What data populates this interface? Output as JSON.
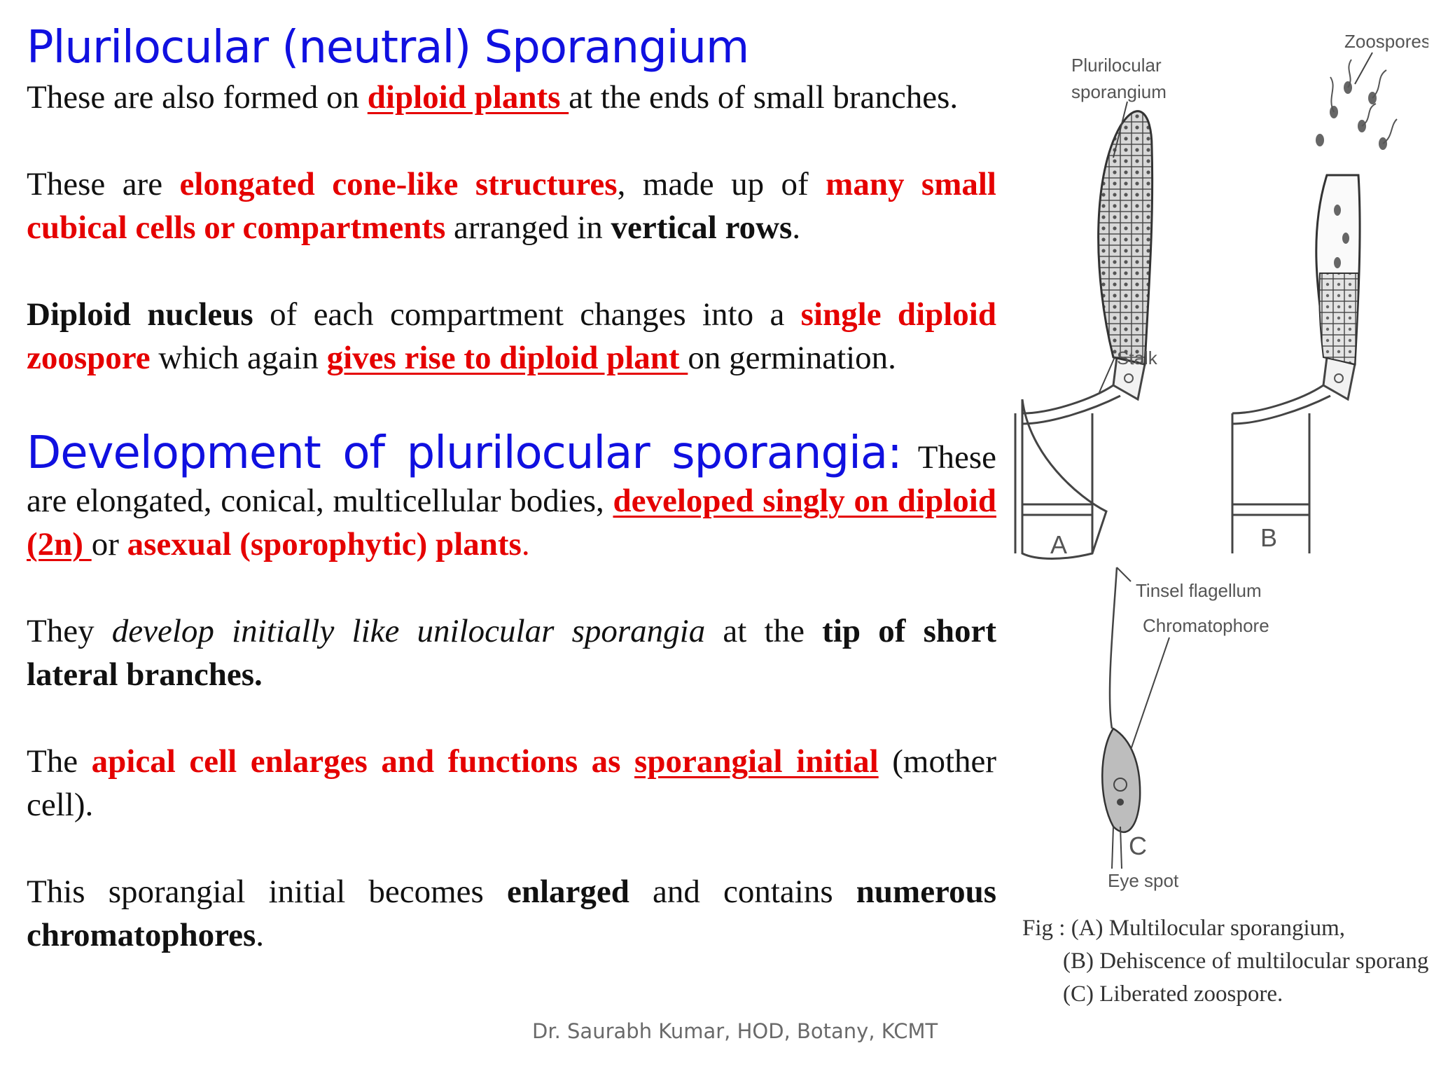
{
  "slide": {
    "title": "Plurilocular (neutral) Sporangium",
    "p1": {
      "a": "These are also formed on ",
      "b": "diploid plants ",
      "c": "at the ends of small branches."
    },
    "p2": {
      "a": "These are ",
      "b": "elongated cone-like structures",
      "c": ", made up of ",
      "d": "many small cubical cells or compartments",
      "e": " arranged in ",
      "f": "vertical rows",
      "g": "."
    },
    "p3": {
      "a": "Diploid nucleus",
      "b": " of each compartment changes into a ",
      "c": "single diploid zoospore",
      "d": " which again ",
      "e": "gives rise to diploid plant ",
      "f": "on germination."
    },
    "p4": {
      "heading": "Development of plurilocular sporangia:",
      "a": " These are elongated, conical, multicellular bodies, ",
      "b": "developed singly on diploid (2n) ",
      "c": "or ",
      "d": "asexual (sporophytic) plants",
      "e": "."
    },
    "p5": {
      "a": "They ",
      "b": "develop initially like unilocular sporangia",
      "c": " at the ",
      "d": "tip of short lateral branches."
    },
    "p6": {
      "a": "The ",
      "b": "apical cell enlarges and functions as ",
      "c": "sporangial initial",
      "d": " (mother cell)."
    },
    "p7": {
      "a": "This sporangial initial becomes ",
      "b": "enlarged",
      "c": " and contains ",
      "d": "numerous chromatophores",
      "e": "."
    },
    "footer": "Dr. Saurabh Kumar, HOD, Botany, KCMT"
  },
  "figure": {
    "labels": {
      "zoospores": "Zoospores",
      "plurilocular_l1": "Plurilocular",
      "plurilocular_l2": "sporangium",
      "stalk": "Stalk",
      "a": "A",
      "b": "B",
      "c": "C",
      "tinsel": "Tinsel flagellum",
      "chromatophore": "Chromatophore",
      "eyespot": "Eye spot"
    },
    "caption": {
      "l1": "Fig : (A) Multilocular sporangium,",
      "l2": "(B) Dehiscence of multilocular sporangium,",
      "l3": "(C) Liberated zoospore."
    }
  }
}
